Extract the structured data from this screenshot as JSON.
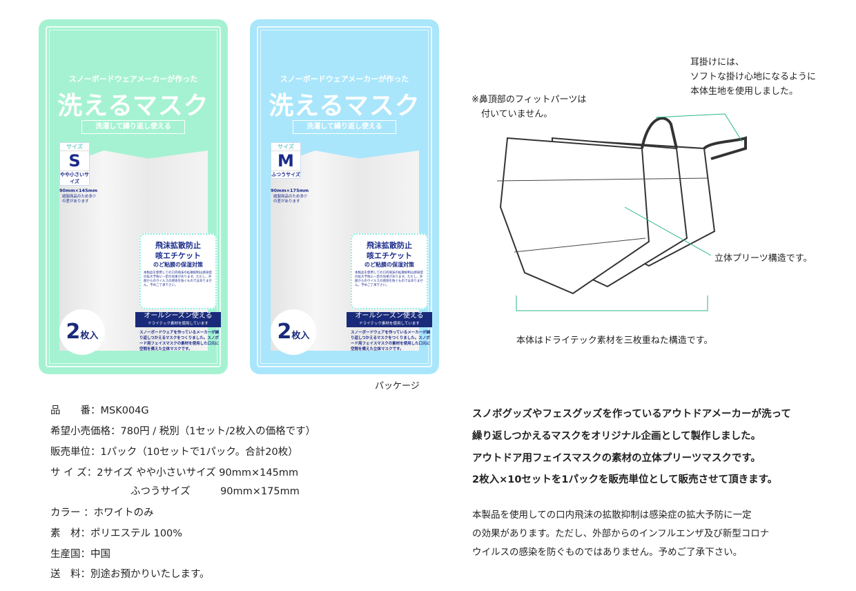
{
  "packages": [
    {
      "color": "#a5f2d2",
      "subtitle": "スノーボードウェアメーカーが作った",
      "title": "洗えるマスク",
      "ribbon": "洗濯して繰り返し使える",
      "size_label": "サイズ",
      "size": "S",
      "size_desc": "やや小さいサイズ",
      "dimensions": "90mm×145mm",
      "note": "縫製商品のため多少の差があります",
      "info_h1": "飛沫拡散防止",
      "info_h2": "咳エチケット",
      "info_h3": "のど粘膜の保湿対策",
      "info_p": "本製品を使用しての口内飛沫の拡散抑制は感染症の拡大予防に一定の効果があります。ただし、外部からのウイルスの感染を防ぐものではありません。予めご了承下さい。",
      "season": "オールシーズン使える",
      "season_sub": "ドライテック素材を使用しています",
      "desc": "スノーボードウェアを作っているメーカーが繰り返しつかえるマスクをつくりました。スノボード用フェイスマスクの素材を使用した口元に空間を備えた立体マスクです。",
      "count": "2",
      "count_unit": "枚入"
    },
    {
      "color": "#a9e6fb",
      "subtitle": "スノーボードウェアメーカーが作った",
      "title": "洗えるマスク",
      "ribbon": "洗濯して繰り返し使える",
      "size_label": "サイズ",
      "size": "M",
      "size_desc": "ふつうサイズ",
      "dimensions": "90mm×175mm",
      "note": "縫製商品のため多少の差があります",
      "info_h1": "飛沫拡散防止",
      "info_h2": "咳エチケット",
      "info_h3": "のど粘膜の保湿対策",
      "info_p": "本製品を使用しての口内飛沫の拡散抑制は感染症の拡大予防に一定の効果があります。ただし、外部からのウイルスの感染を防ぐものではありません。予めご了承下さい。",
      "season": "オールシーズン使える",
      "season_sub": "ドライテック素材を使用しています",
      "desc": "スノーボードウェアを作っているメーカーが繰り返しつかえるマスクをつくりました。スノボード用フェイスマスクの素材を使用した口元に空間を備えた立体マスクです。",
      "count": "2",
      "count_unit": "枚入"
    }
  ],
  "package_caption": "パッケージ",
  "diagram": {
    "nose_note_1": "※鼻頂部のフィットパーツは",
    "nose_note_2": "付いていません。",
    "ear_note_1": "耳掛けには、",
    "ear_note_2": "ソフトな掛け心地になるように",
    "ear_note_3": "本体生地を使用しました。",
    "pleat_note": "立体プリーツ構造です。",
    "layer_note": "本体はドライテック素材を三枚重ねた構造です。"
  },
  "specs": [
    "品　　番：MSK004G",
    "希望小売価格：780円 / 税別（1セット/2枚入の価格です）",
    "販売単位：1パック（10セットで1パック。合計20枚）",
    "サ イ ズ：2サイズ やや小さいサイズ 90mm×145mm",
    "　　　　　　　　ふつうサイズ　　　90mm×175mm",
    "カラー ：ホワイトのみ",
    "素　材：ポリエステル 100%",
    "生産国：中国",
    "送　料：別途お預かりいたします。"
  ],
  "lead": [
    "スノボグッズやフェスグッズを作っているアウトドアメーカーが洗って",
    "繰り返しつかえるマスクをオリジナル企画として製作しました。",
    "アウトドア用フェイスマスクの素材の立体プリーツマスクです。",
    "2枚入×10セットを1パックを販売単位として販売させて頂きます。"
  ],
  "disclaimer": [
    "本製品を使用しての口内飛沫の拡散抑制は感染症の拡大予防に一定",
    "の効果があります。ただし、外部からのインフルエンザ及び新型コロナ",
    "ウイルスの感染を防ぐものではありません。予めご了承下さい。"
  ]
}
